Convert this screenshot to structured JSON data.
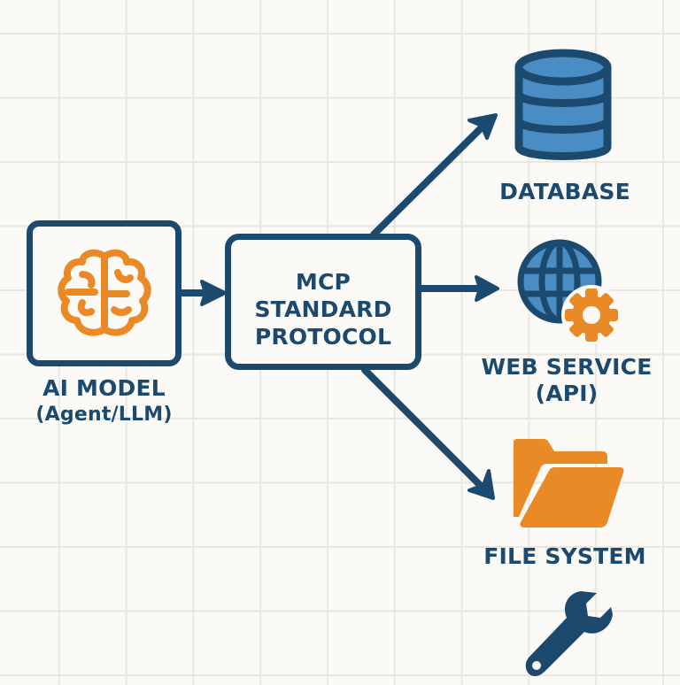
{
  "diagram": {
    "colors": {
      "primary": "#1b4a6e",
      "light_blue": "#4a8cc4",
      "orange": "#ea8a26",
      "background": "#fbfaf6",
      "grid": "#e9e7e1"
    },
    "nodes": {
      "ai_model": {
        "icon": "brain-icon",
        "label_line1": "AI MODEL",
        "label_line2": "(Agent/LLM)"
      },
      "mcp": {
        "line1": "MCP",
        "line2": "STANDARD",
        "line3": "PROTOCOL"
      },
      "database": {
        "icon": "database-icon",
        "label": "DATABASE"
      },
      "web_service": {
        "icon": "globe-gear-icon",
        "label_line1": "WEB SERVICE",
        "label_line2": "(API)"
      },
      "file_system": {
        "icon": "folder-icon",
        "label": "FILE SYSTEM"
      },
      "tools": {
        "icon": "wrench-icon"
      }
    },
    "edges": [
      {
        "from": "AI MODEL",
        "to": "MCP STANDARD PROTOCOL"
      },
      {
        "from": "MCP STANDARD PROTOCOL",
        "to": "DATABASE"
      },
      {
        "from": "MCP STANDARD PROTOCOL",
        "to": "WEB SERVICE (API)"
      },
      {
        "from": "MCP STANDARD PROTOCOL",
        "to": "FILE SYSTEM"
      }
    ]
  }
}
